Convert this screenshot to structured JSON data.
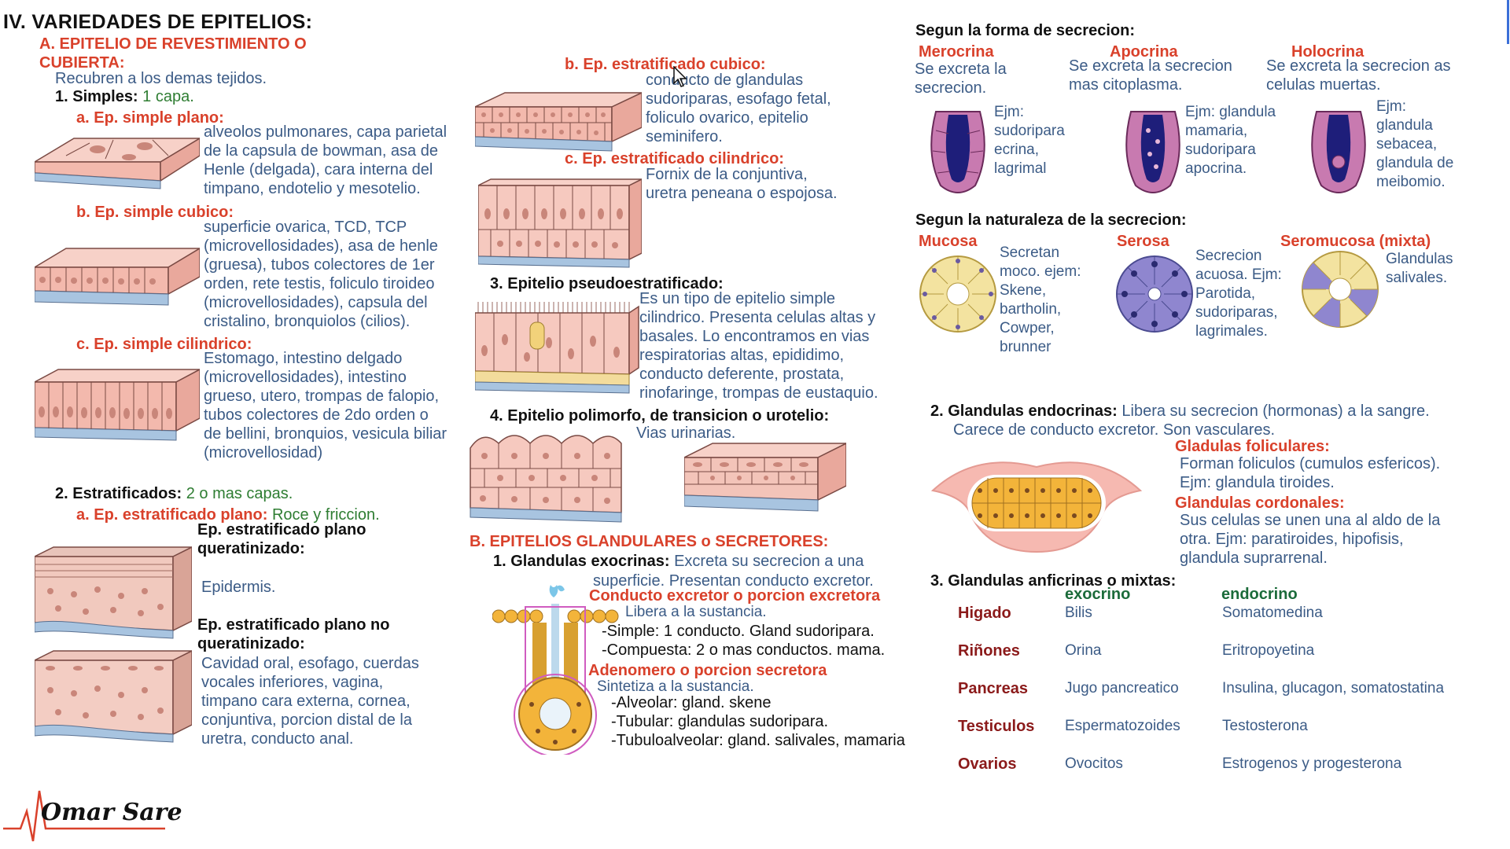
{
  "title": "IV. VARIEDADES DE EPITELIOS:",
  "sectionA": {
    "heading_line1": "A. EPITELIO DE REVESTIMIENTO O",
    "heading_line2": "CUBIERTA:",
    "intro": "Recubren a los demas tejidos.",
    "simples": {
      "label": "1. Simples:",
      "value": "1 capa."
    },
    "simple_plano": {
      "label": "a. Ep. simple plano:",
      "lines": [
        "alveolos pulmonares, capa parietal",
        "de la capsula de bowman, asa de",
        "Henle (delgada), cara interna del",
        "timpano, endotelio y mesotelio."
      ]
    },
    "simple_cubico": {
      "label": "b. Ep. simple cubico:",
      "lines": [
        "superficie ovarica, TCD, TCP",
        "(microvellosidades), asa de henle",
        "(gruesa), tubos colectores de 1er",
        "orden, rete testis, foliculo tiroideo",
        "(microvellosidades), capsula del",
        "cristalino, bronquiolos (cilios)."
      ]
    },
    "simple_cilindrico": {
      "label": "c. Ep. simple cilindrico:",
      "lines": [
        "Estomago, intestino delgado",
        "(microvellosidades), intestino",
        "grueso, utero, trompas de falopio,",
        "tubos colectores de 2do orden o",
        "de bellini, bronquios,  vesicula biliar",
        "(microvellosidad)"
      ]
    },
    "estratificados": {
      "label": "2. Estratificados:",
      "value": "2 o mas capas."
    },
    "estrat_plano": {
      "label": "a. Ep. estratificado plano:",
      "value": "Roce y friccion."
    },
    "queratinizado": {
      "label_lines": [
        "Ep. estratificado plano",
        "queratinizado:"
      ],
      "value": "Epidermis."
    },
    "no_queratinizado": {
      "label_lines": [
        "Ep. estratificado plano no",
        "queratinizado:"
      ],
      "lines": [
        "Cavidad oral, esofago, cuerdas",
        "vocales inferiores, vagina,",
        "timpano cara externa, cornea,",
        "conjuntiva, porcion distal de la",
        "uretra, conducto anal."
      ]
    }
  },
  "middle": {
    "estrat_cubico": {
      "label": "b. Ep. estratificado cubico:",
      "lines": [
        "conducto de glandulas",
        "sudoriparas, esofago fetal,",
        "foliculo ovarico, epitelio",
        "seminifero."
      ]
    },
    "estrat_cilindrico": {
      "label": "c. Ep. estratificado cilindrico:",
      "lines": [
        "Fornix de la conjuntiva,",
        "uretra peneana o espojosa."
      ]
    },
    "pseudo": {
      "label": "3. Epitelio pseudoestratificado:",
      "lines": [
        "Es un tipo de epitelio simple",
        "cilindrico. Presenta celulas altas y",
        "basales. Lo encontramos en vias",
        "respiratorias altas, epididimo,",
        "conducto deferente, prostata,",
        "rinofaringe, trompas de eustaquio."
      ]
    },
    "polimorfo": {
      "label": "4. Epitelio polimorfo, de transicion o urotelio:",
      "value": "Vias urinarias."
    },
    "sectionB": {
      "heading": "B. EPITELIOS GLANDULARES o SECRETORES:"
    },
    "exocrinas": {
      "label": "1. Glandulas exocrinas:",
      "line1": "Excreta su secrecion a una",
      "line2": "superficie. Presentan conducto excretor."
    },
    "conducto": {
      "label": "Conducto excretor o porcion excretora",
      "desc": "Libera a la sustancia.",
      "lines": [
        "-Simple: 1 conducto. Gland sudoripara.",
        "-Compuesta: 2 o mas conductos. mama."
      ]
    },
    "adenomero": {
      "label": "Adenomero o porcion secretora",
      "desc": "Sintetiza a la sustancia.",
      "lines": [
        "-Alveolar: gland. skene",
        "-Tubular: glandulas sudoripara.",
        "-Tubuloalveolar: gland. salivales, mamaria"
      ]
    }
  },
  "right": {
    "forma_heading": "Segun la forma de secrecion:",
    "merocrina": {
      "label": "Merocrina",
      "lines": [
        "Se excreta la",
        "secrecion."
      ],
      "ejm": [
        "Ejm:",
        "sudoripara",
        "ecrina,",
        "lagrimal"
      ]
    },
    "apocrina": {
      "label": "Apocrina",
      "lines": [
        "Se excreta la secrecion",
        "mas citoplasma."
      ],
      "ejm": [
        "Ejm: glandula",
        "mamaria,",
        "sudoripara",
        "apocrina."
      ]
    },
    "holocrina": {
      "label": "Holocrina",
      "lines": [
        "Se excreta la secrecion as",
        "celulas muertas."
      ],
      "ejm": [
        "Ejm:",
        "glandula",
        "sebacea,",
        "glandula de",
        "meibomio."
      ]
    },
    "naturaleza_heading": "Segun la naturaleza de la secrecion:",
    "mucosa": {
      "label": "Mucosa",
      "lines": [
        "Secretan",
        "moco. ejem:",
        "Skene,",
        "bartholin,",
        "Cowper,",
        "brunner"
      ]
    },
    "serosa": {
      "label": "Serosa",
      "lines": [
        "Secrecion",
        "acuosa. Ejm:",
        "Parotida,",
        "sudoriparas,",
        "lagrimales."
      ]
    },
    "seromucosa": {
      "label": "Seromucosa (mixta)",
      "lines": [
        "Glandulas",
        "salivales."
      ]
    },
    "endocrinas": {
      "label": "2. Glandulas endocrinas:",
      "line1": "Libera su secrecion (hormonas) a la sangre.",
      "line2": "Carece de conducto excretor. Son vasculares."
    },
    "foliculares": {
      "label": "Gladulas foliculares:",
      "lines": [
        "Forman foliculos (cumulos esfericos).",
        "Ejm: glandula tiroides."
      ]
    },
    "cordonales": {
      "label": "Glandulas cordonales:",
      "lines": [
        "Sus celulas se unen una al aldo de la",
        "otra. Ejm: paratiroides, hipofisis,",
        "glandula suprarrenal."
      ]
    },
    "anficrinas": {
      "label": "3. Glandulas anficrinas o mixtas:",
      "col_exo": "exocrino",
      "col_endo": "endocrino",
      "rows": [
        {
          "organ": "Higado",
          "exo": "Bilis",
          "endo": "Somatomedina"
        },
        {
          "organ": "Riñones",
          "exo": "Orina",
          "endo": "Eritropoyetina"
        },
        {
          "organ": "Pancreas",
          "exo": "Jugo pancreatico",
          "endo": "Insulina, glucagon, somatostatina"
        },
        {
          "organ": "Testiculos",
          "exo": "Espermatozoides",
          "endo": "Testosterona"
        },
        {
          "organ": "Ovarios",
          "exo": "Ovocitos",
          "endo": "Estrogenos y progesterona"
        }
      ]
    }
  },
  "signature": "Omar Sare",
  "colors": {
    "red": "#d9412b",
    "blue": "#3b5b86",
    "green": "#2e7d32",
    "tissue_pink": "#f6c9bf",
    "tissue_base": "#a8c4e0"
  }
}
